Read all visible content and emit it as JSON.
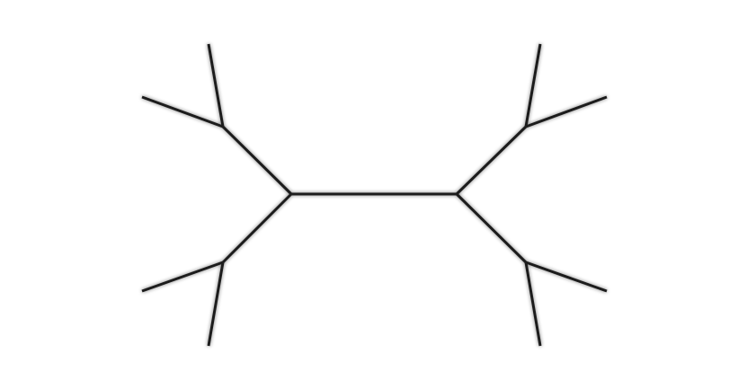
{
  "diagram": {
    "type": "tree",
    "description_visible_text": "",
    "colors": {
      "background": "#ffffff",
      "edge": "#1e1e1e"
    },
    "nodes": [
      {
        "id": "hub-left"
      },
      {
        "id": "hub-right"
      },
      {
        "id": "branch-upper-left"
      },
      {
        "id": "branch-lower-left"
      },
      {
        "id": "branch-upper-right"
      },
      {
        "id": "branch-lower-right"
      },
      {
        "id": "leaf-ul-a"
      },
      {
        "id": "leaf-ul-b"
      },
      {
        "id": "leaf-ll-a"
      },
      {
        "id": "leaf-ll-b"
      },
      {
        "id": "leaf-ur-a"
      },
      {
        "id": "leaf-ur-b"
      },
      {
        "id": "leaf-lr-a"
      },
      {
        "id": "leaf-lr-b"
      }
    ],
    "edges": [
      [
        "hub-left",
        "hub-right"
      ],
      [
        "hub-left",
        "branch-upper-left"
      ],
      [
        "hub-left",
        "branch-lower-left"
      ],
      [
        "hub-right",
        "branch-upper-right"
      ],
      [
        "hub-right",
        "branch-lower-right"
      ],
      [
        "branch-upper-left",
        "leaf-ul-a"
      ],
      [
        "branch-upper-left",
        "leaf-ul-b"
      ],
      [
        "branch-lower-left",
        "leaf-ll-a"
      ],
      [
        "branch-lower-left",
        "leaf-ll-b"
      ],
      [
        "branch-upper-right",
        "leaf-ur-a"
      ],
      [
        "branch-upper-right",
        "leaf-ur-b"
      ],
      [
        "branch-lower-right",
        "leaf-lr-a"
      ],
      [
        "branch-lower-right",
        "leaf-lr-b"
      ]
    ]
  }
}
